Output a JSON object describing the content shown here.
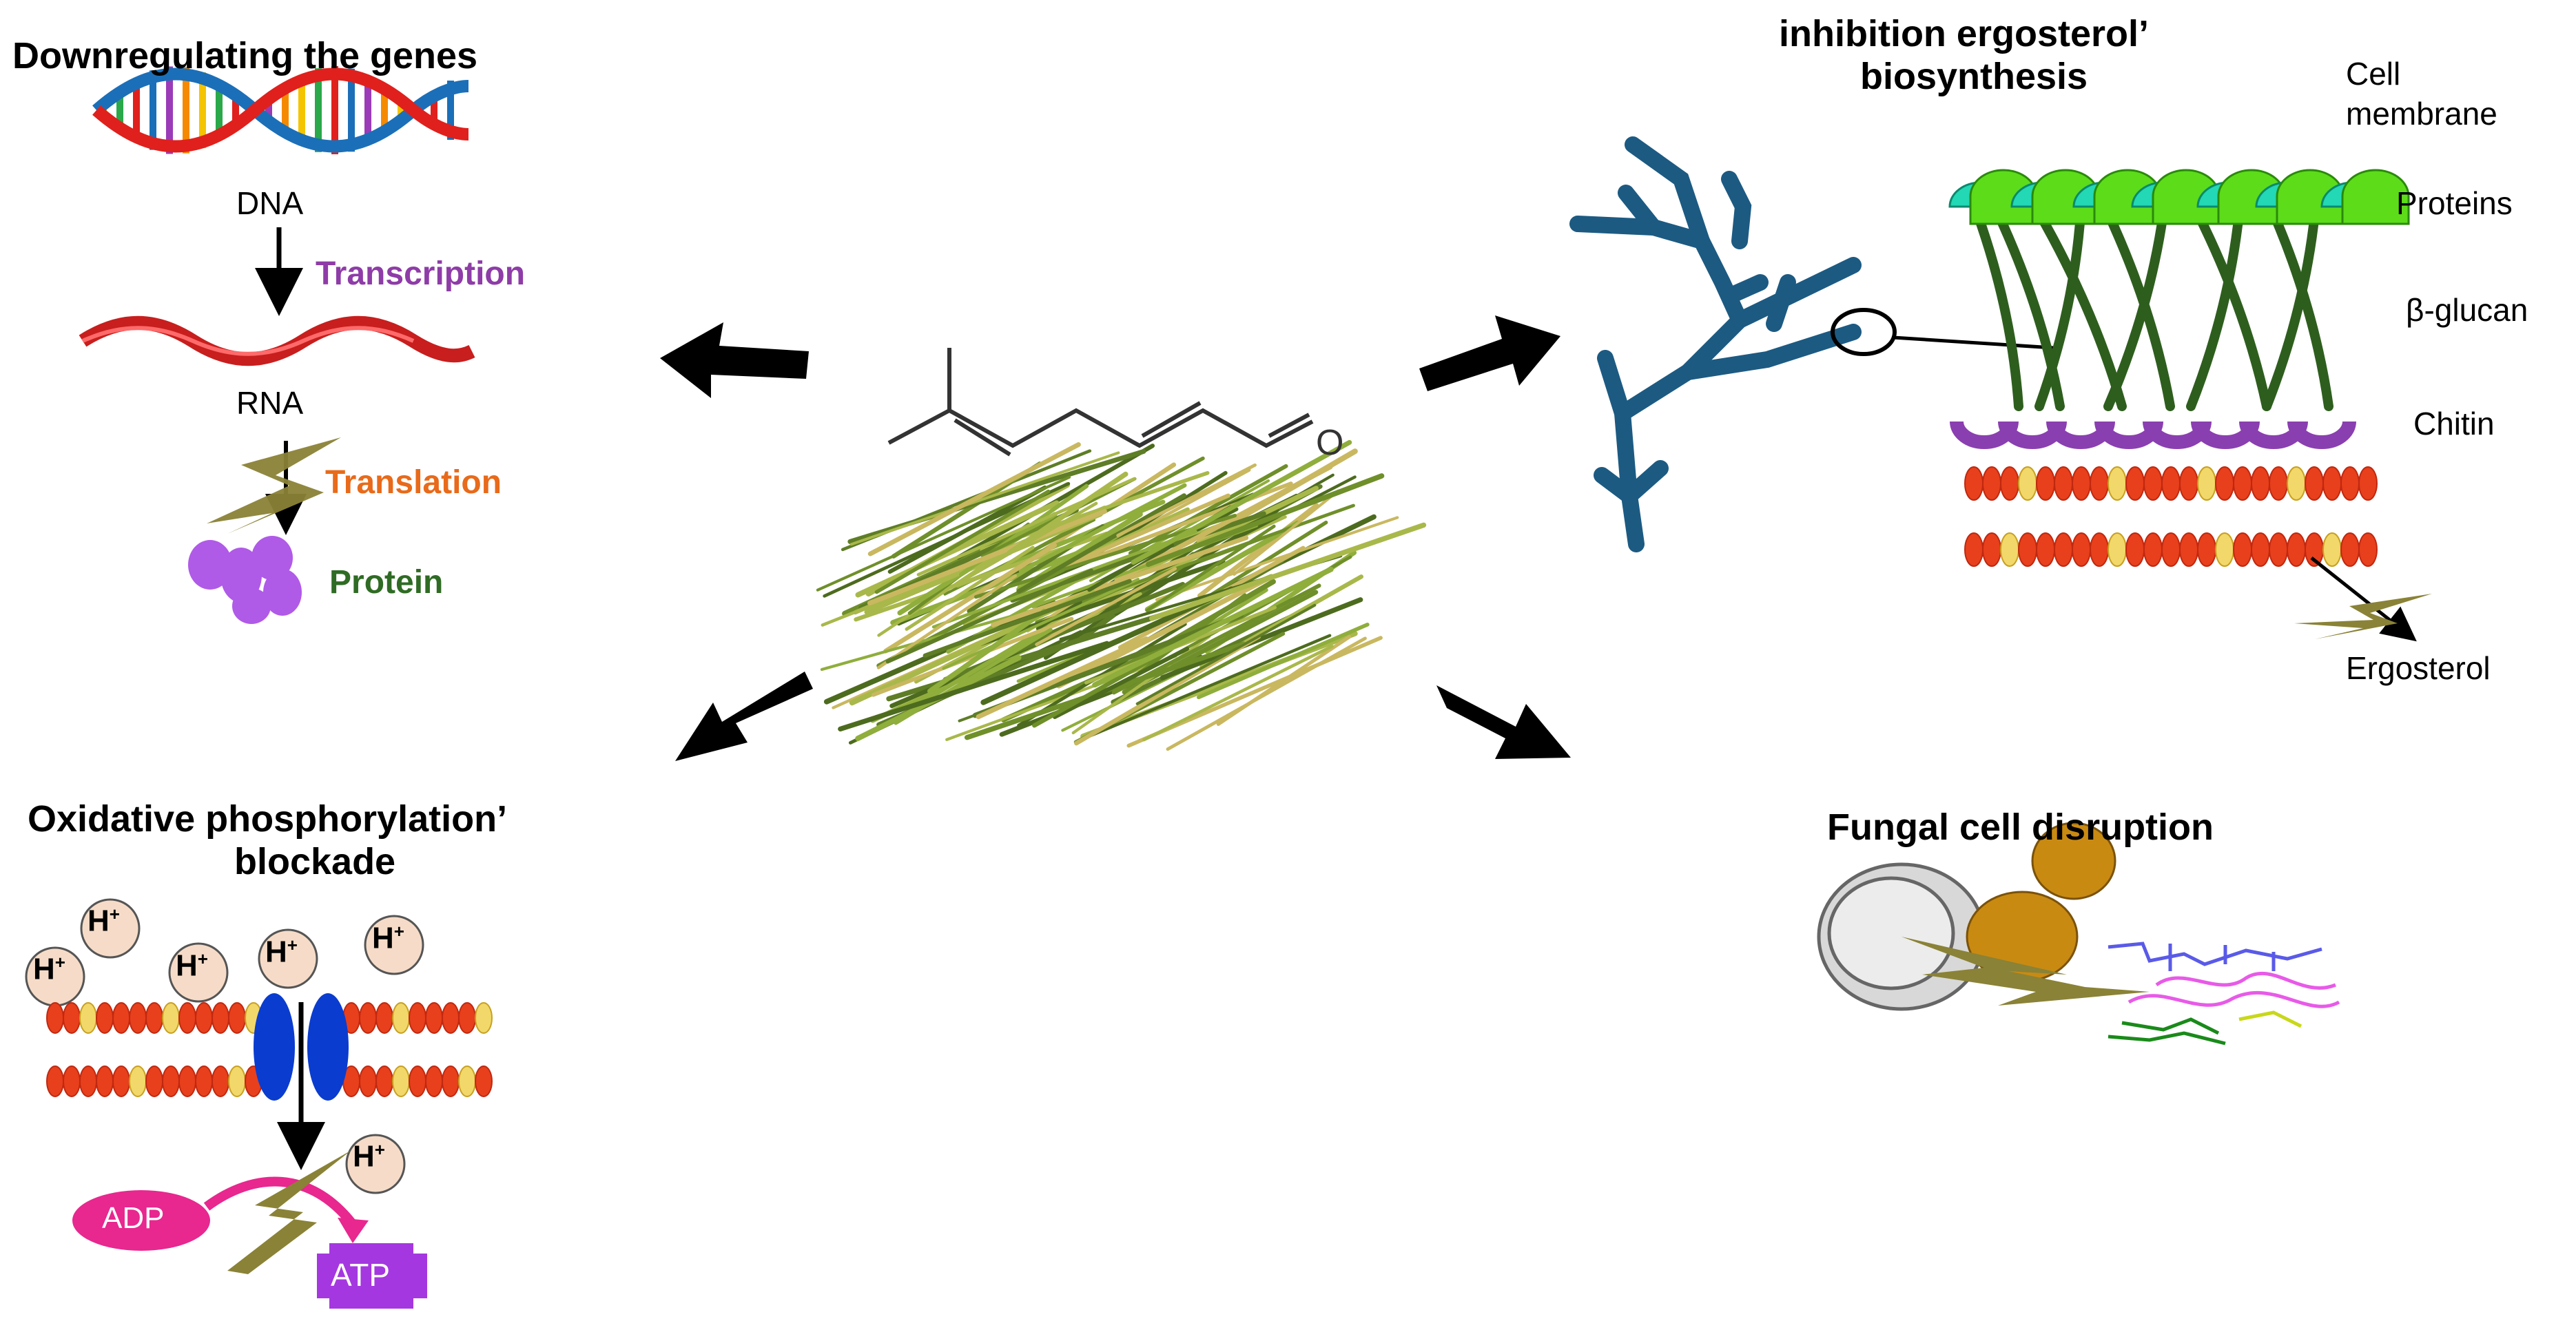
{
  "genes": {
    "title": "Downregulating the genes",
    "dna": "DNA",
    "transcription": "Transcription",
    "rna": "RNA",
    "translation": "Translation",
    "protein": "Protein"
  },
  "ergosterol": {
    "title_line1": "inhibition ergosterol’",
    "title_line2": "biosynthesis",
    "cell_membrane_line1": "Cell",
    "cell_membrane_line2": "membrane",
    "proteins": "Proteins",
    "beta_glucan": "β-glucan",
    "chitin": "Chitin",
    "ergosterol_label": "Ergosterol"
  },
  "oxphos": {
    "title_line1": "Oxidative phosphorylation’",
    "title_line2": "blockade",
    "proton": "H",
    "proton_charge": "+",
    "adp": "ADP",
    "atp": "ATP"
  },
  "fungal": {
    "title": "Fungal cell disruption"
  },
  "center": {
    "carbonyl_oxygen": "O"
  },
  "colors": {
    "transcription": "#8e3ca7",
    "translation": "#e86a1a",
    "protein_label": "#2f6b24",
    "hyphae": "#1c5a82",
    "glucan": "#2e5e1e",
    "chitin": "#8a3fb0",
    "lipid_head": "#e8401c",
    "ergosterol_head": "#f2d86a",
    "channel": "#0a3ccf",
    "adp": "#e8278f",
    "atp": "#a537e0",
    "lightning": "#8a8236",
    "yeast": "#c98a12"
  }
}
